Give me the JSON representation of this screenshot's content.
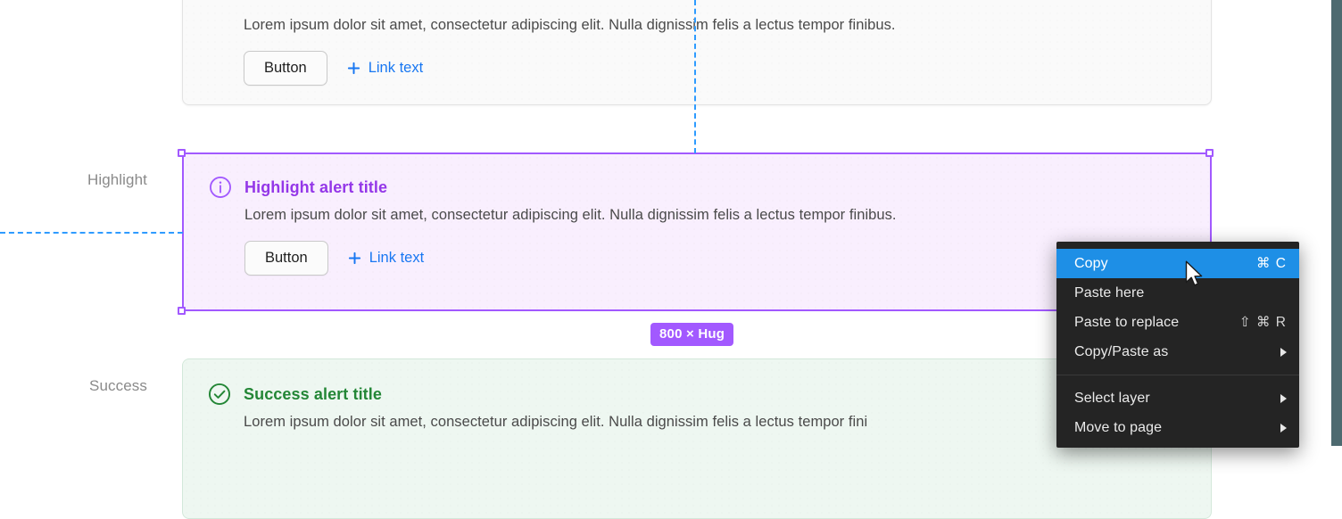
{
  "canvas": {
    "row_labels": [
      {
        "key": "highlight",
        "label": "Highlight"
      },
      {
        "key": "success",
        "label": "Success"
      }
    ],
    "size_badge": "800 × Hug",
    "accent_purple": "#A259FF",
    "accent_blue": "#2E9BFF",
    "link_blue": "#1877F2",
    "success_green": "#238636",
    "highlight_purple": "#9437E8"
  },
  "alerts": {
    "top": {
      "body": "Lorem ipsum dolor sit amet, consectetur adipiscing elit. Nulla dignissim felis a lectus tempor finibus.",
      "button_label": "Button",
      "link_label": "Link text",
      "bg": "#FAFAFA"
    },
    "highlight": {
      "icon": "info-circle-icon",
      "title": "Highlight alert title",
      "body": "Lorem ipsum dolor sit amet, consectetur adipiscing elit. Nulla dignissim felis a lectus tempor finibus.",
      "button_label": "Button",
      "link_label": "Link text",
      "bg": "#F9EFFE"
    },
    "success": {
      "icon": "check-circle-icon",
      "title": "Success alert title",
      "body": "Lorem ipsum dolor sit amet, consectetur adipiscing elit. Nulla dignissim felis a lectus tempor fini",
      "bg": "#EEF7F1"
    }
  },
  "context_menu": {
    "items": [
      {
        "label": "Copy",
        "shortcut": "⌘ C",
        "submenu": false,
        "selected": true
      },
      {
        "label": "Paste here",
        "shortcut": "",
        "submenu": false,
        "selected": false
      },
      {
        "label": "Paste to replace",
        "shortcut": "⇧ ⌘ R",
        "submenu": false,
        "selected": false
      },
      {
        "label": "Copy/Paste as",
        "shortcut": "",
        "submenu": true,
        "selected": false
      }
    ],
    "items2": [
      {
        "label": "Select layer",
        "shortcut": "",
        "submenu": true,
        "selected": false
      },
      {
        "label": "Move to page",
        "shortcut": "",
        "submenu": true,
        "selected": false
      }
    ]
  }
}
